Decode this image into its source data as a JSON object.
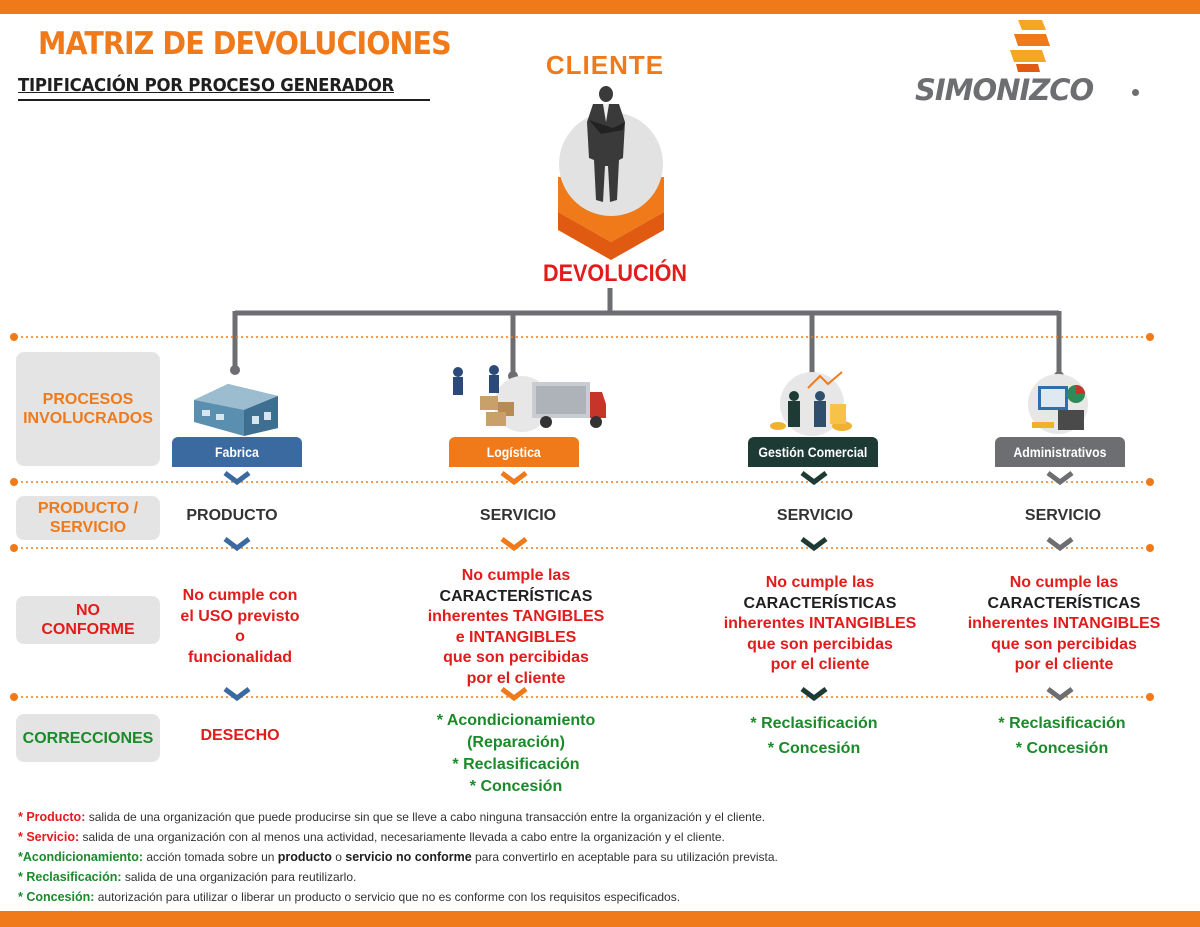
{
  "header": {
    "title": "MATRIZ DE DEVOLUCIONES",
    "subtitle": "TIPIFICACIÓN POR PROCESO GENERADOR",
    "cliente": "CLIENTE",
    "devolucion": "DEVOLUCIÓN",
    "logo": "SIMONIZCO"
  },
  "row_labels": {
    "procesos": "PROCESOS INVOLUCRADOS",
    "producto_servicio": "PRODUCTO / SERVICIO",
    "no_conforme": "NO CONFORME",
    "correcciones": "CORRECCIONES"
  },
  "columns": [
    {
      "process": "Fabrica",
      "color": "#3b6aa0",
      "type": "PRODUCTO",
      "nc_lines": [
        {
          "text": "No cumple con",
          "color": "red"
        },
        {
          "text": "el USO previsto",
          "color": "red"
        },
        {
          "text": "o",
          "color": "red"
        },
        {
          "text": "funcionalidad",
          "color": "red"
        }
      ],
      "corrections": [
        {
          "text": "DESECHO",
          "color": "red"
        }
      ]
    },
    {
      "process": "Logística",
      "color": "#f07a1a",
      "type": "SERVICIO",
      "nc_lines": [
        {
          "text": "No cumple las",
          "color": "red"
        },
        {
          "text": "CARACTERÍSTICAS",
          "color": "dark"
        },
        {
          "text": "inherentes TANGIBLES",
          "color": "red"
        },
        {
          "text": "e INTANGIBLES",
          "color": "red"
        },
        {
          "text": "que son percibidas",
          "color": "red"
        },
        {
          "text": "por el cliente",
          "color": "red"
        }
      ],
      "corrections": [
        {
          "text": "* Acondicionamiento",
          "color": "green"
        },
        {
          "text": "(Reparación)",
          "color": "green"
        },
        {
          "text": "* Reclasificación",
          "color": "green"
        },
        {
          "text": "* Concesión",
          "color": "green"
        }
      ]
    },
    {
      "process": "Gestión Comercial",
      "color": "#1d3a35",
      "type": "SERVICIO",
      "nc_lines": [
        {
          "text": "No cumple las",
          "color": "red"
        },
        {
          "text": "CARACTERÍSTICAS",
          "color": "dark"
        },
        {
          "text": "inherentes INTANGIBLES",
          "color": "red"
        },
        {
          "text": "que son percibidas",
          "color": "red"
        },
        {
          "text": "por el cliente",
          "color": "red"
        }
      ],
      "corrections": [
        {
          "text": "* Reclasificación",
          "color": "green"
        },
        {
          "text": "* Concesión",
          "color": "green"
        }
      ]
    },
    {
      "process": "Administrativos",
      "color": "#6d6e71",
      "type": "SERVICIO",
      "nc_lines": [
        {
          "text": "No cumple las",
          "color": "red"
        },
        {
          "text": "CARACTERÍSTICAS",
          "color": "dark"
        },
        {
          "text": "inherentes INTANGIBLES",
          "color": "red"
        },
        {
          "text": "que son percibidas",
          "color": "red"
        },
        {
          "text": "por el cliente",
          "color": "red"
        }
      ],
      "corrections": [
        {
          "text": "* Reclasificación",
          "color": "green"
        },
        {
          "text": "* Concesión",
          "color": "green"
        }
      ]
    }
  ],
  "definitions": [
    {
      "term": "* Producto:",
      "text": " salida de una organización que puede producirse sin que se lleve a cabo ninguna transacción entre la organización y el cliente.",
      "color": "#e21b1b"
    },
    {
      "term": "* Servicio:",
      "text": " salida de una organización con al menos una actividad, necesariamente llevada a cabo entre la organización y el cliente.",
      "color": "#e21b1b"
    },
    {
      "term": "*Acondicionamiento:",
      "text_parts": [
        " acción tomada sobre un ",
        {
          "b": "producto"
        },
        " o ",
        {
          "b": "servicio no conforme"
        },
        " para convertirlo en aceptable para su utilización prevista."
      ],
      "color": "#1a8a2a"
    },
    {
      "term": "* Reclasificación:",
      "text": " salida de una organización para reutilizarlo.",
      "color": "#1a8a2a"
    },
    {
      "term": "* Concesión:",
      "text": " autorización para utilizar o liberar un producto o servicio que no es conforme con los requisitos especificados.",
      "color": "#1a8a2a"
    }
  ],
  "colors": {
    "accent": "#f07a1a",
    "red": "#e21b1b",
    "green": "#1a8a2a",
    "connector": "#6d6e71"
  },
  "icons": [
    "factory-icon",
    "logistics-icon",
    "business-meeting-icon",
    "office-icon",
    "businessman-icon",
    "simonizco-logo-icon"
  ]
}
